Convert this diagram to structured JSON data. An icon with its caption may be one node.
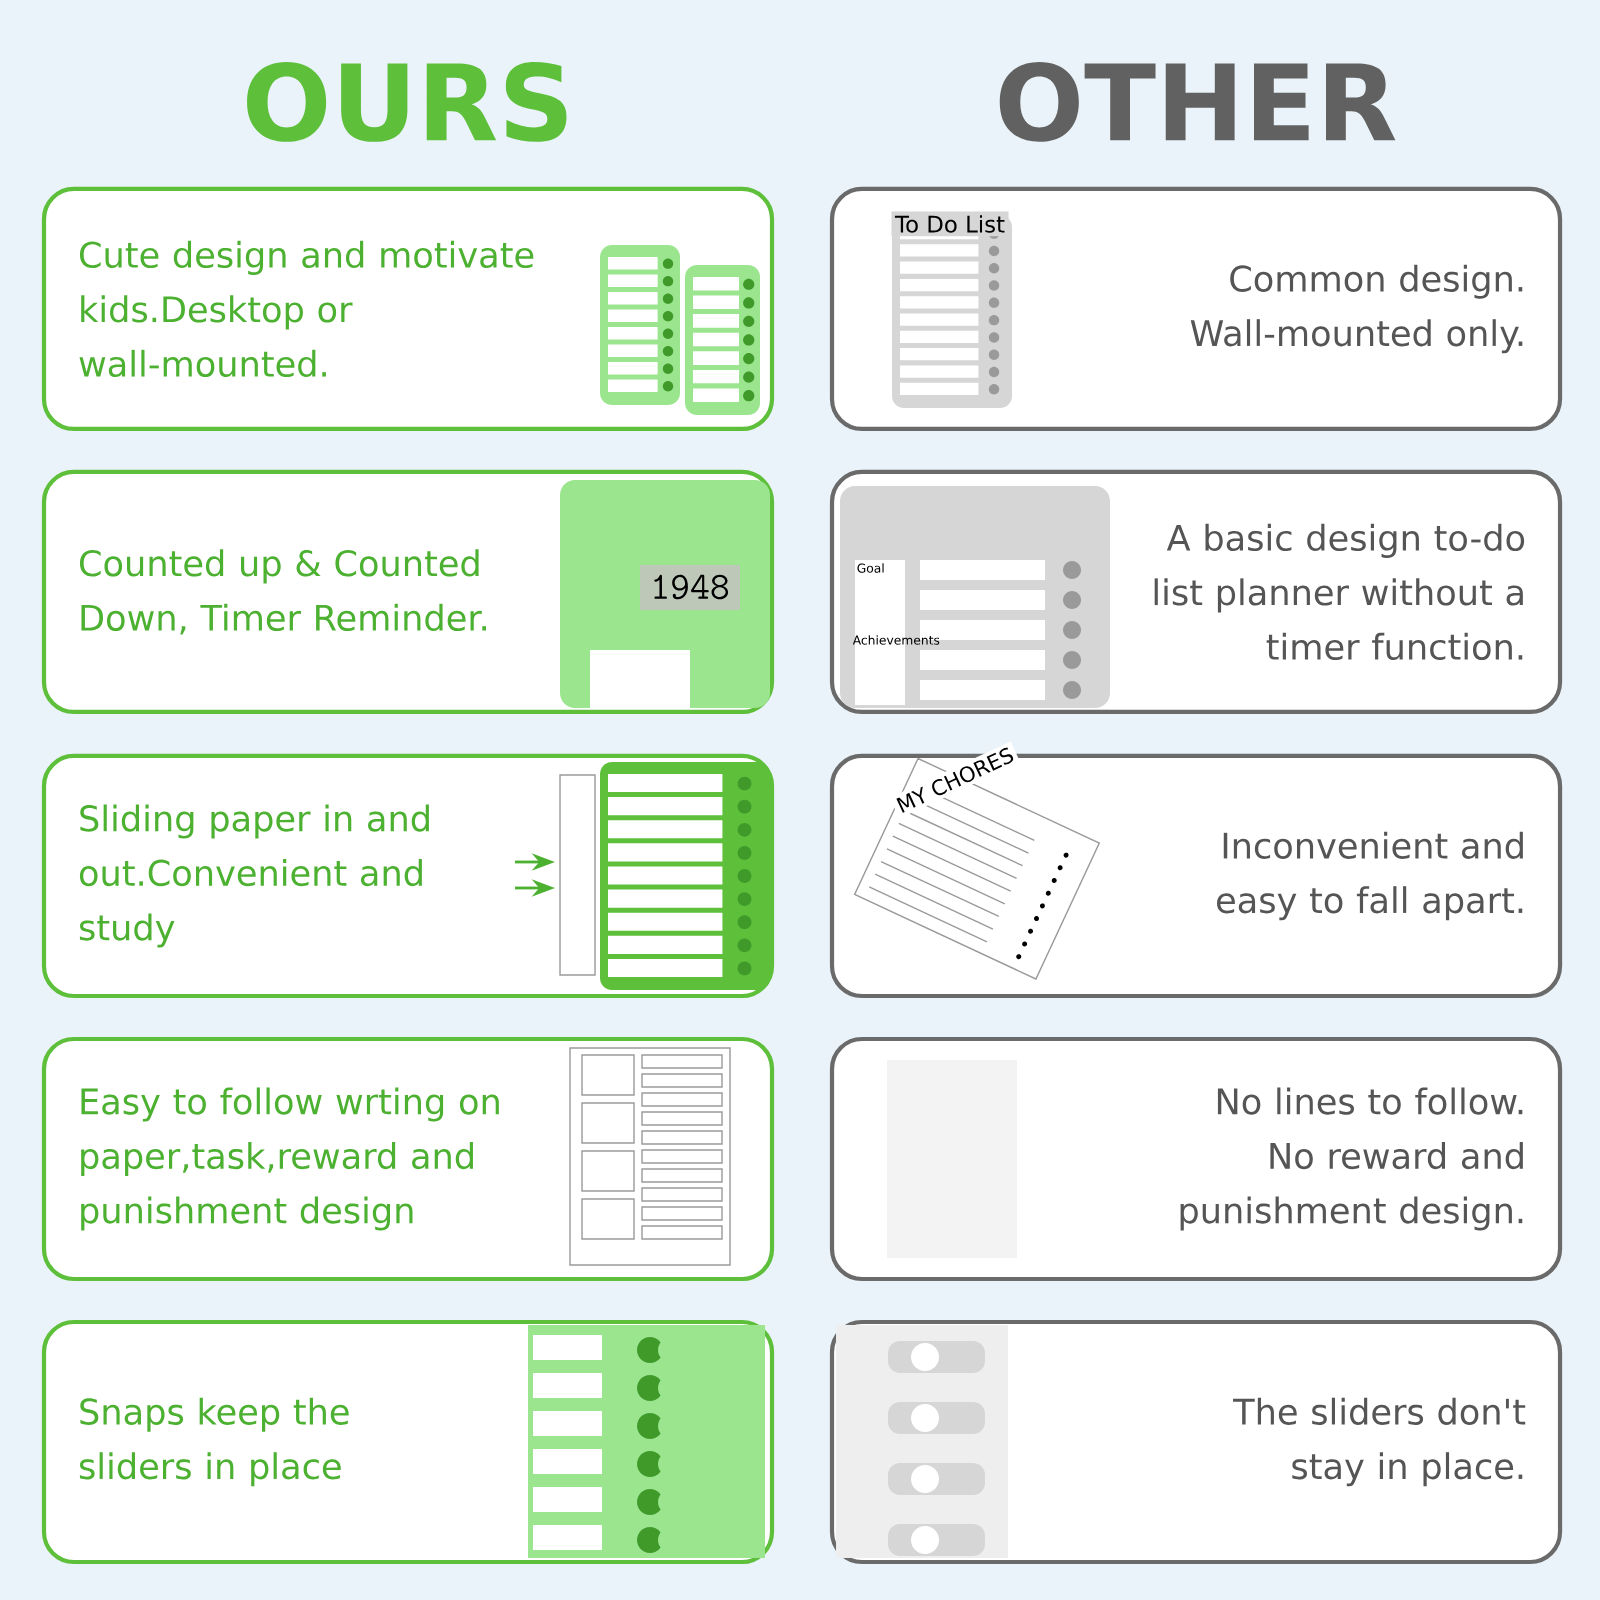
{
  "diagram": {
    "nodes": [
      {
        "text": [
          "Cute design and motivate kids.Desktop or wall-mounted."
        ]
      },
      {
        "text": [
          "Common design. Wall-mounted only."
        ]
      },
      {
        "text": [
          "Counted up & Counted Down, Timer Reminder."
        ]
      },
      {
        "text": [
          "A basic design to-do list planner without a timer function."
        ]
      },
      {
        "text": [
          "Sliding paper in and out.Convenient and study"
        ]
      },
      {
        "text": [
          "Inconvenient and easy to fall apart."
        ]
      },
      {
        "text": [
          "Easy to follow wrting on paper,task,reward and punishment design"
        ]
      },
      {
        "text": [
          "No lines to follow. No reward and punishment design."
        ]
      },
      {
        "text": [
          "Snaps keep the sliders in place"
        ]
      },
      {
        "text": [
          "The sliders don't stay in place."
        ]
      }
    ],
    "labels": [
      "OURS",
      "OTHER",
      "To Do List",
      "1948",
      "Goal",
      "Achievements",
      "MY CHORES"
    ]
  }
}
